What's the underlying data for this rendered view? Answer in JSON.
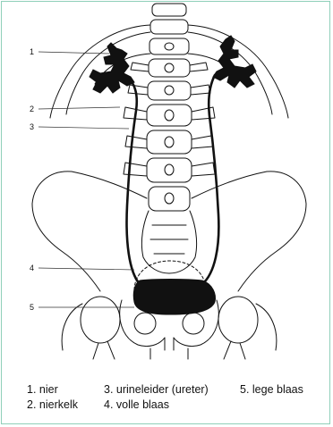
{
  "diagram": {
    "callouts": [
      "1",
      "2",
      "3",
      "4",
      "5"
    ],
    "legend": {
      "row1": [
        "1. nier",
        "3. urineleider (ureter)",
        "5. lege blaas"
      ],
      "row2": [
        "2. nierkelk",
        "4. volle blaas"
      ]
    }
  },
  "colors": {
    "frame": "#8fcfb9",
    "ink": "#111111"
  }
}
